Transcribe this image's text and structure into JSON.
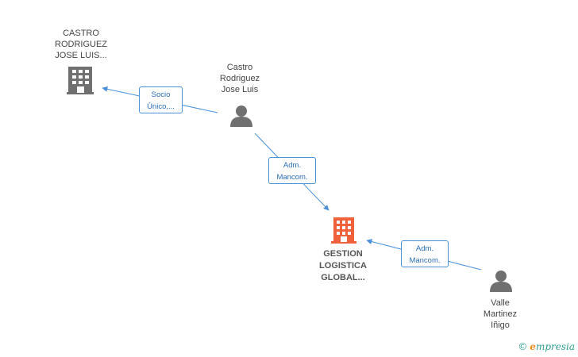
{
  "nodes": {
    "castro_company": {
      "label": "CASTRO\nRODRIGUEZ\nJOSE LUIS...",
      "type": "company",
      "color": "#707070"
    },
    "castro_person": {
      "label": "Castro\nRodriguez\nJose Luis",
      "type": "person",
      "color": "#707070"
    },
    "gestion": {
      "label": "GESTION\nLOGISTICA\nGLOBAL...",
      "type": "company",
      "color": "#f0603a"
    },
    "valle": {
      "label": "Valle\nMartinez\nIñigo",
      "type": "person",
      "color": "#707070"
    }
  },
  "edges": {
    "socio": {
      "label": "Socio\nÚnico,..."
    },
    "adm1": {
      "label": "Adm.\nMancom."
    },
    "adm2": {
      "label": "Adm.\nMancom."
    }
  },
  "colors": {
    "edge": "#4a90d9",
    "brand_teal": "#2c9e8e",
    "brand_orange": "#f08a1c"
  },
  "brand": {
    "copyright": "©",
    "name_initial": "e",
    "name_rest": "mpresia"
  }
}
